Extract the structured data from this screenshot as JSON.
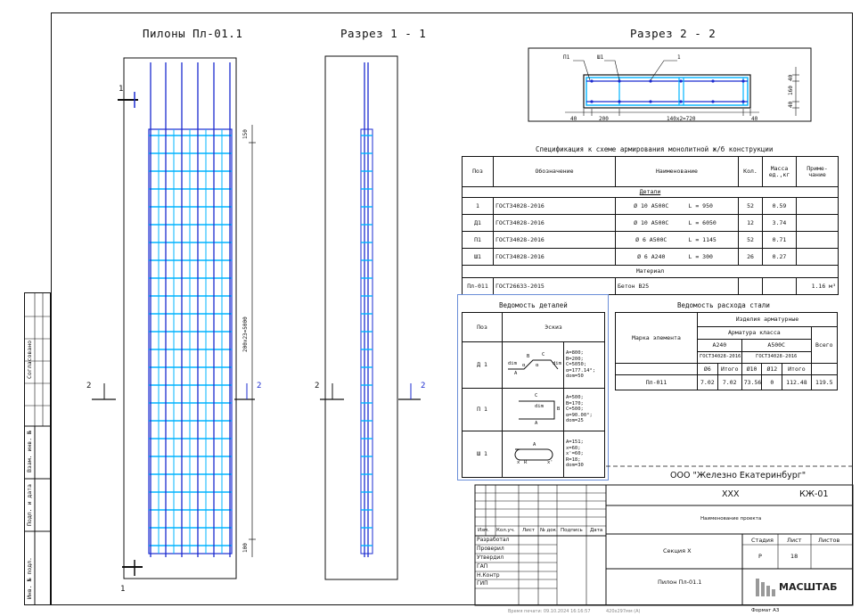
{
  "titles": {
    "pylon": "Пилоны Пл-01.1",
    "section11": "Разрез 1 - 1",
    "section22": "Разрез 2 - 2"
  },
  "marks": {
    "one": "1",
    "two": "2",
    "dim_total": "200х23=5000",
    "dim_top": "150",
    "dim_bot": "100"
  },
  "sec22_labels": {
    "p1": "П1",
    "sh1": "Ш1",
    "n1": "1",
    "d1": "40",
    "d2": "200",
    "d3": "140х2=720",
    "d4": "40",
    "v1": "40",
    "v2": "160",
    "v3": "40"
  },
  "spec": {
    "title": "Спецификация к схеме армирования монолитной ж/б конструкции",
    "headers": [
      "Поз",
      "Обозначение",
      "Наименование",
      "Кол.",
      "Масса ед.,кг",
      "Приме-чание"
    ],
    "group_details": "Детали",
    "rows": [
      {
        "pos": "1",
        "doc": "ГОСТ34028-2016",
        "diam": "Ø 10 А500С",
        "len": "L = 950",
        "qty": "52",
        "mass": "0.59",
        "note": ""
      },
      {
        "pos": "Д1",
        "doc": "ГОСТ34028-2016",
        "diam": "Ø 10 А500С",
        "len": "L = 6050",
        "qty": "12",
        "mass": "3.74",
        "note": ""
      },
      {
        "pos": "П1",
        "doc": "ГОСТ34028-2016",
        "diam": "Ø 6 А500С",
        "len": "L = 1145",
        "qty": "52",
        "mass": "0.71",
        "note": ""
      },
      {
        "pos": "Ш1",
        "doc": "ГОСТ34028-2016",
        "diam": "Ø 6 А240",
        "len": "L = 300",
        "qty": "26",
        "mass": "0.27",
        "note": ""
      }
    ],
    "group_material": "Материал",
    "material": {
      "pos": "Пл-011",
      "doc": "ГОСТ26633-2015",
      "name": "Бетон В25",
      "note": "1.16 м³"
    }
  },
  "details": {
    "title": "Ведомость деталей",
    "h_pos": "Поз",
    "h_sketch": "Эскиз",
    "rows": [
      {
        "pos": "Д 1",
        "params": "A=800;\nB=200;\nC=5050;\nα=177.14°;\ndom=50",
        "labels": [
          "dim",
          "dim",
          "A",
          "B",
          "C",
          "α",
          "α"
        ]
      },
      {
        "pos": "П 1",
        "params": "A=500;\nB=170;\nC=500;\nα=90.00°;\ndom=25",
        "labels": [
          "C",
          "dim",
          "B",
          "A"
        ]
      },
      {
        "pos": "Ш 1",
        "params": "A=151;\nx=60;\nx'=60;\nR=18;\ndom=30",
        "labels": [
          "x",
          "R",
          "A",
          "x'"
        ]
      }
    ]
  },
  "steel": {
    "title": "Ведомость расхода стали",
    "h_rebar": "Изделия арматурные",
    "h_class": "Арматура класса",
    "h_mark": "Марка элемента",
    "h_a240": "А240",
    "h_a500": "А500С",
    "h_gost1": "ГОСТ34028-2016",
    "h_gost2": "ГОСТ34028-2016",
    "h_total": "Всего",
    "h_d6": "Ø6",
    "h_itogo1": "Итого",
    "h_d10": "Ø10",
    "h_d12": "Ø12",
    "h_itogo2": "Итого",
    "row": {
      "mark": "Пл-011",
      "d6": "7.02",
      "it1": "7.02",
      "d10": "73.56",
      "d12": "0",
      "it2": "112.48",
      "total": "119.5"
    }
  },
  "stamp": {
    "company": "ООО \"Железно Екатеринбург\"",
    "project": "ХХХ",
    "code": "КЖ-01",
    "project_name_label": "Наименование проекта",
    "section": "Секция Х",
    "drawing": "Пилон Пл-01.1",
    "stage_h": "Стадия",
    "sheet_h": "Лист",
    "sheets_h": "Листов",
    "stage": "Р",
    "sheet": "18",
    "cols": [
      "Изм.",
      "Кол.уч.",
      "Лист",
      "№ док.",
      "Подпись",
      "Дата"
    ],
    "roles": [
      "Разработал",
      "Проверил",
      "Утвердил",
      "ГАП",
      "Н.Контр",
      "ГИП"
    ],
    "logo": "МАСШТАБ",
    "print_time": "Время печати: 09.10.2024 16:16:57",
    "paper": "420х297мм (А)",
    "format": "Формат А3"
  },
  "side": {
    "agreed": "Согласовано",
    "inv_sub": "Взам. инв. №",
    "sign_date": "Подп. и дата",
    "inv_orig": "Инв. № подл."
  }
}
